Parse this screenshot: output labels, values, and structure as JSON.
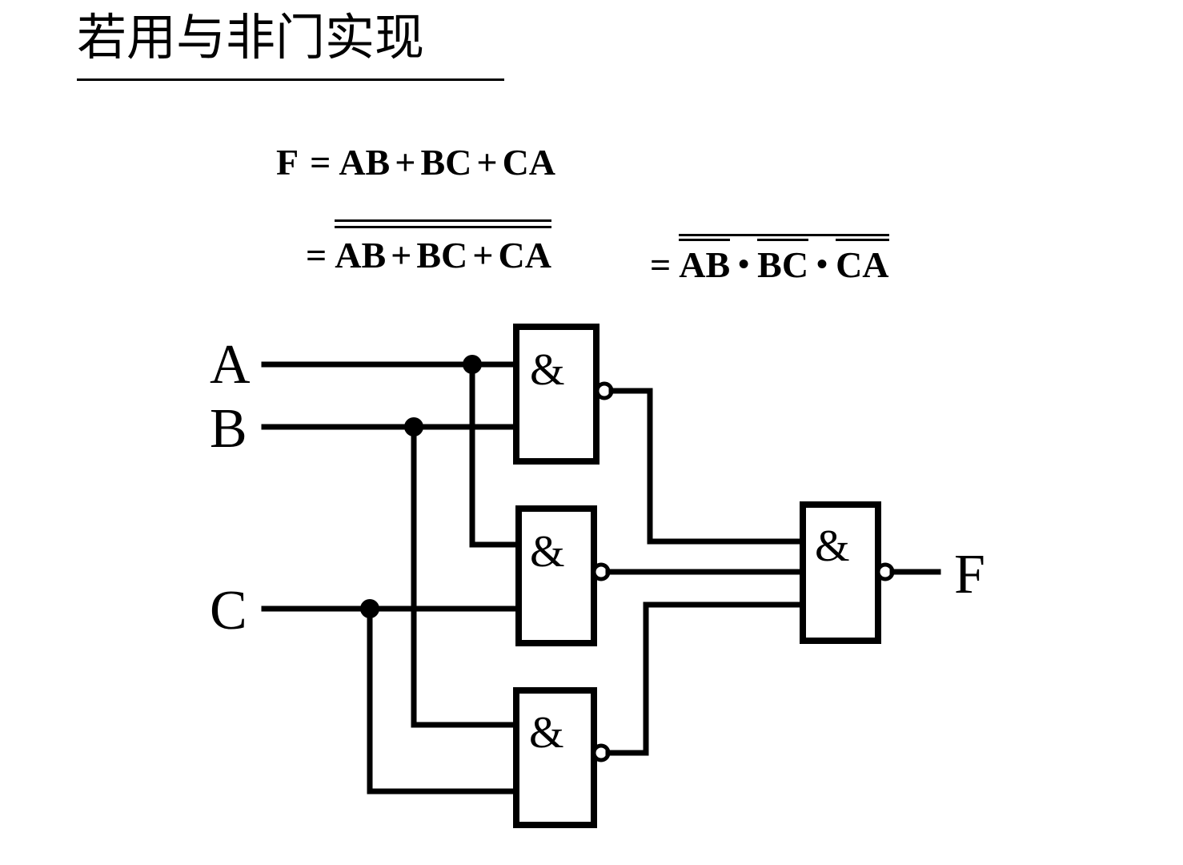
{
  "title": {
    "text": "若用与非门实现",
    "underlined": true
  },
  "equations": {
    "line1": {
      "lhs": "F",
      "eq": "=",
      "t1": "AB",
      "op1": "+",
      "t2": "BC",
      "op2": "+",
      "t3": "CA"
    },
    "line2": {
      "eq": "=",
      "t1": "AB",
      "op1": "+",
      "t2": "BC",
      "op2": "+",
      "t3": "CA",
      "note": "double overbar over whole sum"
    },
    "line3": {
      "eq": "=",
      "t1": "AB",
      "op1": "•",
      "t2": "BC",
      "op2": "•",
      "t3": "CA",
      "note": "outer overbar over all, plus individual bars over AB, BC, CA"
    }
  },
  "circuit": {
    "inputs": [
      {
        "label": "A"
      },
      {
        "label": "B"
      },
      {
        "label": "C"
      }
    ],
    "output": {
      "label": "F"
    },
    "gates": [
      {
        "id": "g1",
        "symbol": "&",
        "type": "NAND",
        "inputs": [
          "A",
          "B"
        ],
        "output": "AB-bar"
      },
      {
        "id": "g2",
        "symbol": "&",
        "type": "NAND",
        "inputs": [
          "A",
          "C"
        ],
        "output": "CA-bar"
      },
      {
        "id": "g3",
        "symbol": "&",
        "type": "NAND",
        "inputs": [
          "B",
          "C"
        ],
        "output": "BC-bar"
      },
      {
        "id": "g4",
        "symbol": "&",
        "type": "NAND",
        "inputs": [
          "AB-bar",
          "CA-bar",
          "BC-bar"
        ],
        "output": "F"
      }
    ],
    "colors": {
      "line": "#000000",
      "background": "#ffffff"
    }
  }
}
